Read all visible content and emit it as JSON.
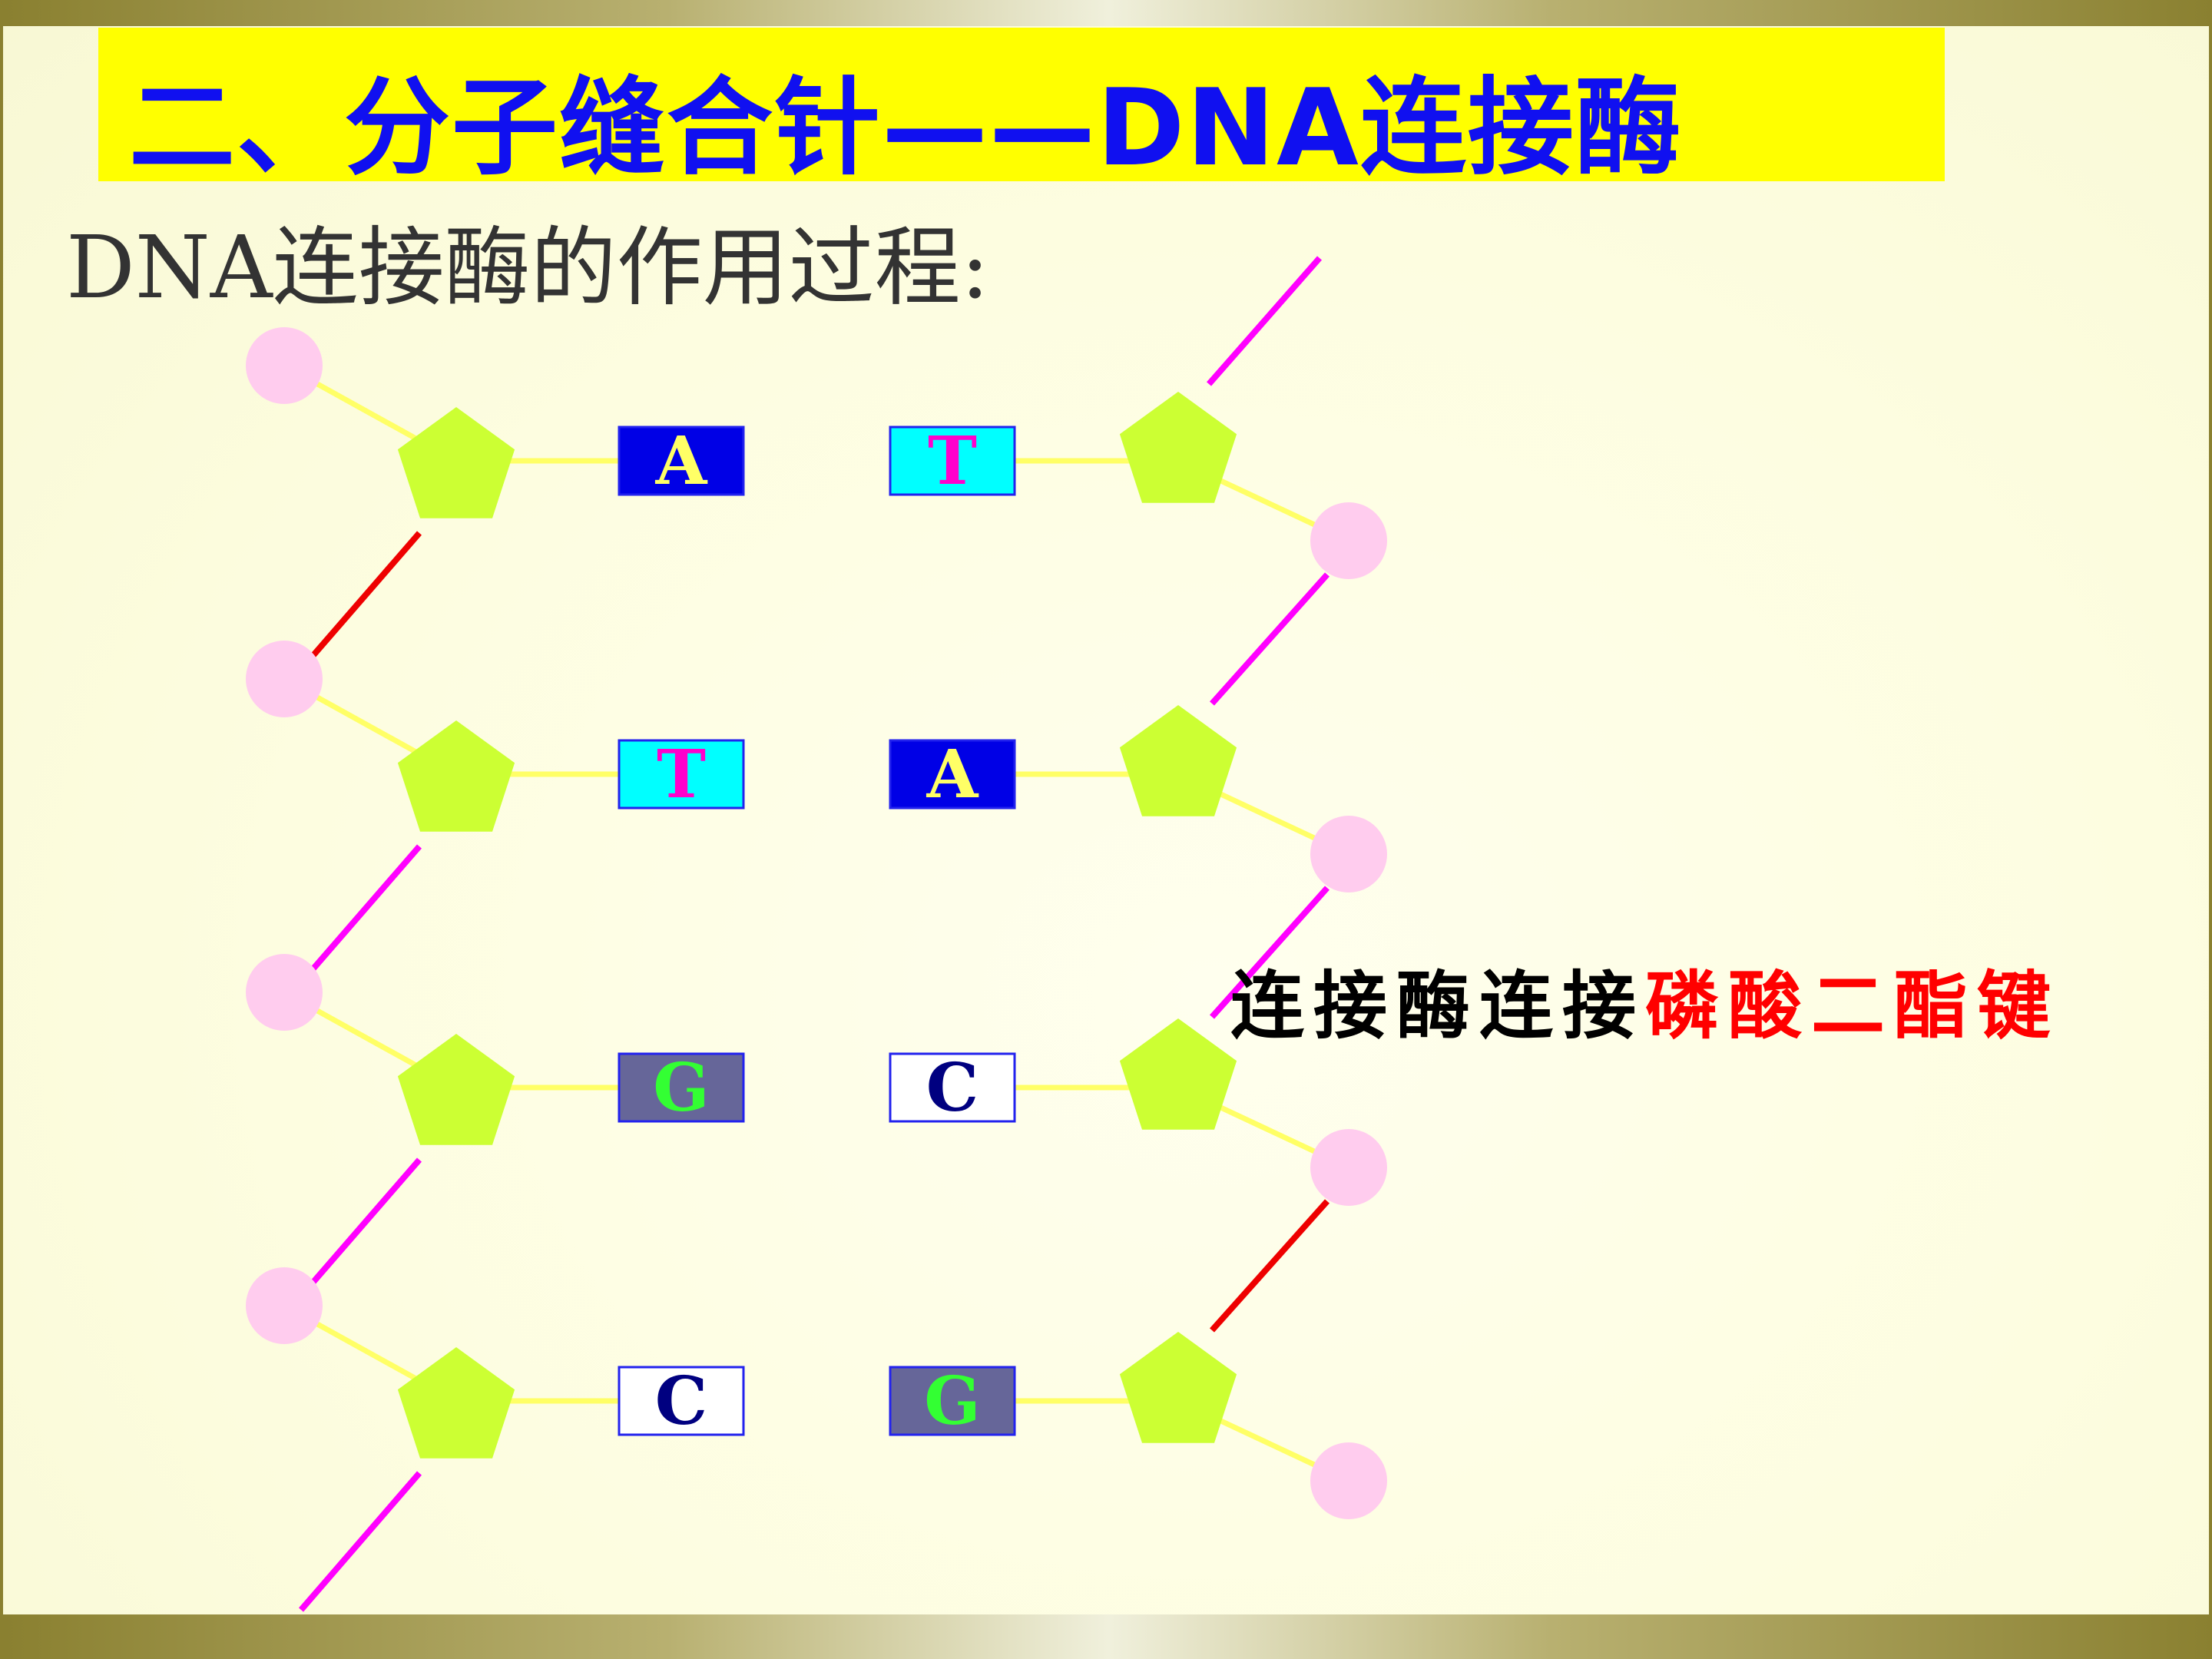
{
  "title": "二、分子缝合针——DNA连接酶",
  "subtitle": "DNA连接酶的作用过程:",
  "annotation": {
    "prefix": "连接酶连接",
    "highlight": "磷酸二酯键"
  },
  "pairs": [
    {
      "left": "A",
      "right": "T"
    },
    {
      "left": "T",
      "right": "A"
    },
    {
      "left": "G",
      "right": "C"
    },
    {
      "left": "C",
      "right": "G"
    }
  ],
  "bonds": {
    "left": [
      "red",
      "magenta",
      "magenta",
      "magenta"
    ],
    "right_top": "magenta",
    "right": [
      "magenta",
      "magenta",
      "red"
    ]
  },
  "base_styles": {
    "A": {
      "fill": "#0000e6",
      "text": "#ffff66"
    },
    "T": {
      "fill": "#00ffff",
      "text": "#ff00cc"
    },
    "G": {
      "fill": "#666699",
      "text": "#33ff33"
    },
    "C": {
      "fill": "#ffffff",
      "text": "#000080"
    }
  },
  "colors": {
    "phosphate": "#ffccee",
    "sugar": "#ccff33",
    "link": "#ffff66",
    "red_bond": "#ee0000",
    "magenta_bond": "#ff00ff"
  }
}
